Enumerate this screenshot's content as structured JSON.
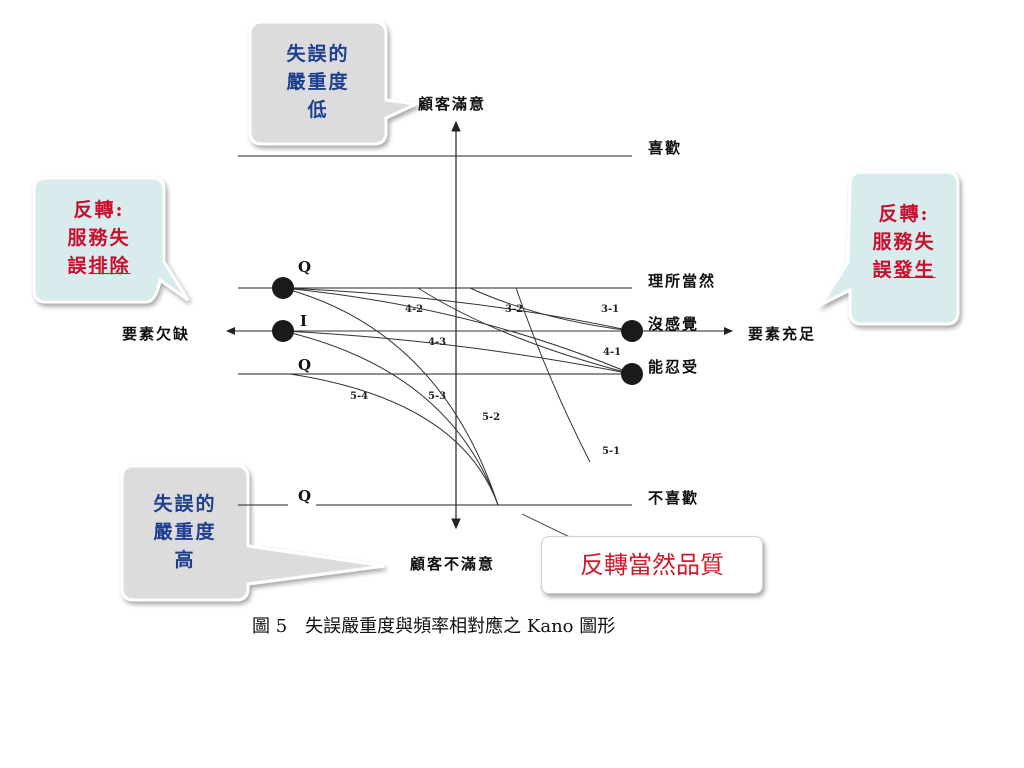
{
  "callouts": {
    "severity_low": {
      "lines": [
        "失誤的",
        "嚴重度",
        "低"
      ],
      "color": "#1f3f8f"
    },
    "severity_high": {
      "lines": [
        "失誤的",
        "嚴重度",
        "高"
      ],
      "color": "#1f3f8f"
    },
    "reverse_left": {
      "lines": [
        "反轉:",
        "服務失",
        "誤"
      ],
      "underlined": "排除",
      "color": "#c8102e"
    },
    "reverse_right": {
      "lines": [
        "反轉:",
        "服務失",
        "誤"
      ],
      "underlined": "發生",
      "color": "#c8102e"
    }
  },
  "axes": {
    "y_top": "顧客滿意",
    "y_bottom": "顧客不滿意",
    "x_left": "要素欠缺",
    "x_right": "要素充足"
  },
  "levels": {
    "like": "喜歡",
    "must_be": "理所當然",
    "neutral": "沒感覺",
    "live_with": "能忍受",
    "dislike": "不喜歡"
  },
  "point_labels": {
    "q_top": "Q",
    "i_mid": "I",
    "q_mid": "Q",
    "q_bottom": "Q"
  },
  "curve_labels": [
    "4-2",
    "3-2",
    "3-1",
    "4-3",
    "4-1",
    "5-4",
    "5-3",
    "5-2",
    "5-1"
  ],
  "reverse_box": {
    "text": "反轉當然品質",
    "color": "#d0192a"
  },
  "caption": "圖 5　失誤嚴重度與頻率相對應之 Kano 圖形",
  "colors": {
    "callout_gray": "#dcdcdc",
    "callout_teal": "#d8ecee",
    "line": "#222222",
    "dot": "#1a1a1a"
  }
}
